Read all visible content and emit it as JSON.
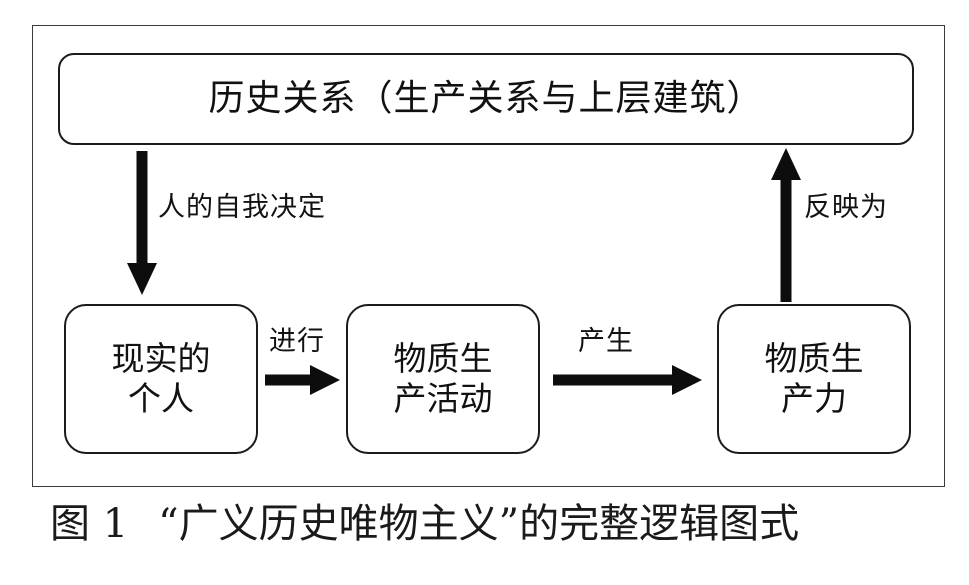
{
  "figure": {
    "caption_number": "图 1",
    "caption_text": "“广义历史唯物主义”的完整逻辑图式",
    "caption_full": "图 1　“广义历史唯物主义”的完整逻辑图式"
  },
  "diagram": {
    "type": "flowchart",
    "nodes": [
      {
        "id": "historical-relations",
        "label": "历史关系（生产关系与上层建筑）",
        "shape": "rounded-rectangle",
        "position": "top-full-width"
      },
      {
        "id": "real-individuals",
        "label": "现实的\n个人",
        "shape": "rounded-rectangle",
        "position": "bottom-left"
      },
      {
        "id": "material-production-activity",
        "label": "物质生\n产活动",
        "shape": "rounded-rectangle",
        "position": "bottom-center"
      },
      {
        "id": "material-productive-forces",
        "label": "物质生\n产力",
        "shape": "rounded-rectangle",
        "position": "bottom-right"
      }
    ],
    "edges": [
      {
        "id": "self-determination",
        "label": "人的自我决定",
        "from": "historical-relations",
        "to": "real-individuals",
        "direction": "down"
      },
      {
        "id": "carry-out",
        "label": "进行",
        "from": "real-individuals",
        "to": "material-production-activity",
        "direction": "right"
      },
      {
        "id": "produces",
        "label": "产生",
        "from": "material-production-activity",
        "to": "material-productive-forces",
        "direction": "right"
      },
      {
        "id": "reflected-as",
        "label": "反映为",
        "from": "material-productive-forces",
        "to": "historical-relations",
        "direction": "up"
      }
    ],
    "colors": {
      "frame_border": "#3a3a3a",
      "node_border": "#1b1b1b",
      "node_fill": "#ffffff",
      "arrow": "#0d0d0d",
      "text": "#111111",
      "background": "#ffffff"
    }
  }
}
